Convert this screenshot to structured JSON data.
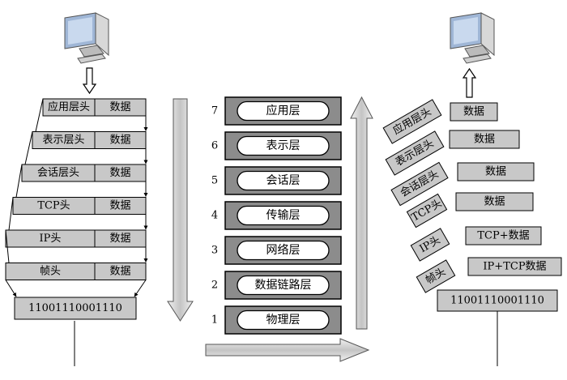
{
  "layers": [
    {
      "num": "7",
      "name": "应用层"
    },
    {
      "num": "6",
      "name": "表示层"
    },
    {
      "num": "5",
      "name": "会话层"
    },
    {
      "num": "4",
      "name": "传输层"
    },
    {
      "num": "3",
      "name": "网络层"
    },
    {
      "num": "2",
      "name": "数据链路层"
    },
    {
      "num": "1",
      "name": "物理层"
    }
  ],
  "sender": {
    "rows": [
      {
        "header": "应用层头",
        "data": "数据"
      },
      {
        "header": "表示层头",
        "data": "数据"
      },
      {
        "header": "会话层头",
        "data": "数据"
      },
      {
        "header": "TCP头",
        "data": "数据"
      },
      {
        "header": "IP头",
        "data": "数据"
      },
      {
        "header": "帧头",
        "data": "数据"
      }
    ],
    "bits": "11001110001110"
  },
  "receiver": {
    "rows": [
      {
        "header": "应用层头",
        "data": "数据"
      },
      {
        "header": "表示层头",
        "data": "数据"
      },
      {
        "header": "会话层头",
        "data": "数据"
      },
      {
        "header": "TCP头",
        "data": "数据"
      },
      {
        "header": "IP头",
        "data": "TCP+数据"
      },
      {
        "header": "帧头",
        "data": "IP+TCP数据"
      }
    ],
    "bits": "11001110001110"
  },
  "colors": {
    "box_fill": "#c8c8c8",
    "layer_outer": "#8c8c8c",
    "arrow_fill": "#e2e2e2"
  }
}
